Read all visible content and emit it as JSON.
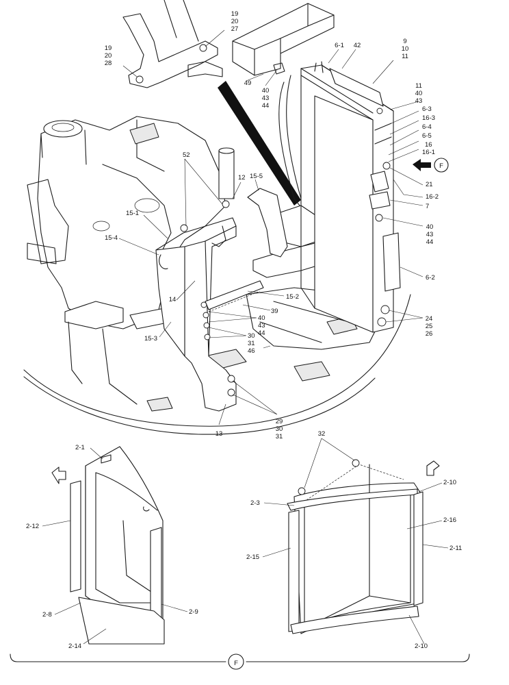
{
  "labels": {
    "l19a": "19",
    "l20a": "20",
    "l27": "27",
    "l19b": "19",
    "l20b": "20",
    "l28": "28",
    "l49": "49",
    "l40a": "40",
    "l43a": "43",
    "l44a": "44",
    "l61": "6-1",
    "l42": "42",
    "l9": "9",
    "l10": "10",
    "l11a": "11",
    "l11b": "11",
    "l40b": "40",
    "l43b": "43",
    "l63": "6-3",
    "l163": "16-3",
    "l64": "6-4",
    "l65": "6-5",
    "l16": "16",
    "l161": "16-1",
    "lF": "F",
    "l21": "21",
    "l162": "16-2",
    "l7": "7",
    "l40c": "40",
    "l43c": "43",
    "l44c": "44",
    "l62": "6-2",
    "l24": "24",
    "l25": "25",
    "l26": "26",
    "l52": "52",
    "l12": "12",
    "l155": "15-5",
    "l151": "15-1",
    "l154": "15-4",
    "l14": "14",
    "l152": "15-2",
    "l39": "39",
    "l40d": "40",
    "l43d": "43",
    "l44d": "44",
    "l153": "15-3",
    "l30a": "30",
    "l31a": "31",
    "l46": "46",
    "l13": "13",
    "l29": "29",
    "l30b": "30",
    "l31b": "31",
    "l21a": "2-1",
    "l212": "2-12",
    "l28b": "2-8",
    "l29b": "2-9",
    "l214": "2-14",
    "l32": "32",
    "l210a": "2-10",
    "l23": "2-3",
    "l216": "2-16",
    "l215": "2-15",
    "l211": "2-11",
    "l210b": "2-10",
    "lFbottom": "F"
  }
}
